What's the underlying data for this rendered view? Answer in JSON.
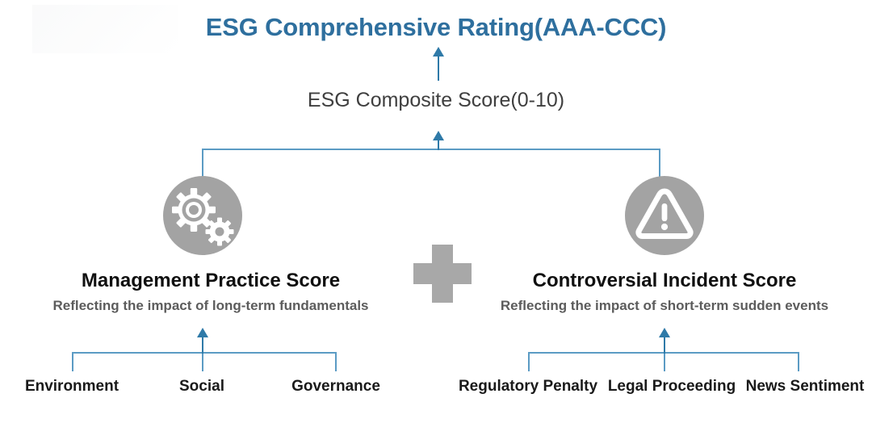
{
  "diagram": {
    "title": "ESG Comprehensive Rating(AAA-CCC)",
    "composite": "ESG Composite Score(0-10)",
    "plus_symbol": "+",
    "branches": [
      {
        "title": "Management Practice Score",
        "subtitle": "Reflecting the impact of long-term fundamentals",
        "icon": "gears-icon",
        "leaves": [
          "Environment",
          "Social",
          "Governance"
        ]
      },
      {
        "title": "Controversial Incident Score",
        "subtitle": "Reflecting the impact of short-term sudden events",
        "icon": "warning-triangle-icon",
        "leaves": [
          "Regulatory Penalty",
          "Legal Proceeding",
          "News Sentiment"
        ]
      }
    ],
    "colors": {
      "title_blue": "#2e6f9e",
      "connector_blue": "#5b9bc4",
      "arrow_blue": "#2f7aa8",
      "icon_gray": "#a3a3a3",
      "plus_gray": "#a8a8a8",
      "text_dark": "#101010",
      "text_sub_gray": "#5c5c5c",
      "background": "#ffffff"
    }
  }
}
